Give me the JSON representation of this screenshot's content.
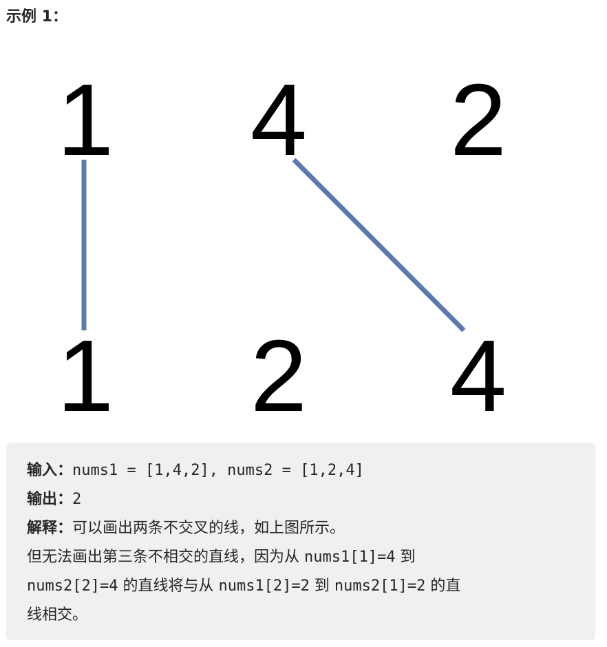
{
  "heading": "示例 1：",
  "figure": {
    "top_row": [
      "1",
      "4",
      "2"
    ],
    "bottom_row": [
      "1",
      "2",
      "4"
    ],
    "line_color": "#5b78b0"
  },
  "example": {
    "input_label": "输入：",
    "input_value": "nums1 = [1,4,2], nums2 = [1,2,4]",
    "output_label": "输出：",
    "output_value": "2",
    "explain_label": "解释：",
    "explain_line1": "可以画出两条不交叉的线，如上图所示。",
    "explain_line2_a": "但无法画出第三条不相交的直线，因为从 ",
    "explain_line2_b": "nums1[1]=4",
    "explain_line2_c": " 到",
    "explain_line3_a": "nums2[2]=4",
    "explain_line3_b": " 的直线将与从 ",
    "explain_line3_c": "nums1[2]=2",
    "explain_line3_d": " 到 ",
    "explain_line3_e": "nums2[1]=2",
    "explain_line3_f": " 的直",
    "explain_line4": "线相交。"
  }
}
